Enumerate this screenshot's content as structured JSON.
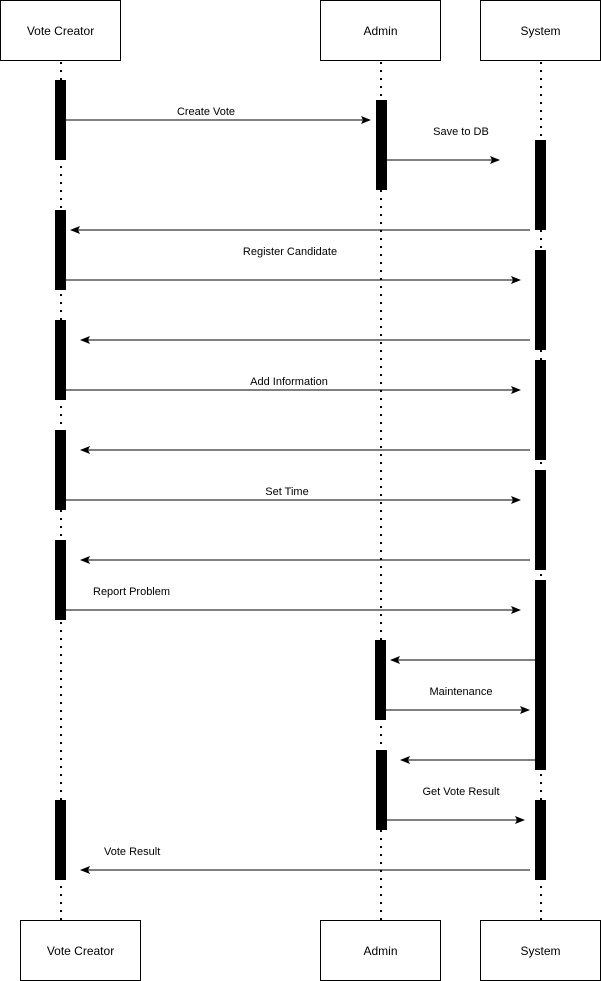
{
  "participants": {
    "creator": "Vote Creator",
    "admin": "Admin",
    "system": "System"
  },
  "messages": [
    {
      "label": "Create Vote",
      "from": "Vote Creator",
      "to": "Admin"
    },
    {
      "label": "Save to DB",
      "from": "Admin",
      "to": "System"
    },
    {
      "label": "",
      "from": "System",
      "to": "Vote Creator"
    },
    {
      "label": "Register Candidate",
      "from": "Vote Creator",
      "to": "System"
    },
    {
      "label": "",
      "from": "System",
      "to": "Vote Creator"
    },
    {
      "label": "Add Information",
      "from": "Vote Creator",
      "to": "System"
    },
    {
      "label": "",
      "from": "System",
      "to": "Vote Creator"
    },
    {
      "label": "Set Time",
      "from": "Vote Creator",
      "to": "System"
    },
    {
      "label": "",
      "from": "System",
      "to": "Vote Creator"
    },
    {
      "label": "Report Problem",
      "from": "Vote Creator",
      "to": "System"
    },
    {
      "label": "",
      "from": "System",
      "to": "Admin"
    },
    {
      "label": "Maintenance",
      "from": "Admin",
      "to": "System"
    },
    {
      "label": "",
      "from": "System",
      "to": "Admin"
    },
    {
      "label": "Get Vote Result",
      "from": "Admin",
      "to": "System"
    },
    {
      "label": "Vote Result",
      "from": "System",
      "to": "Vote Creator"
    }
  ]
}
